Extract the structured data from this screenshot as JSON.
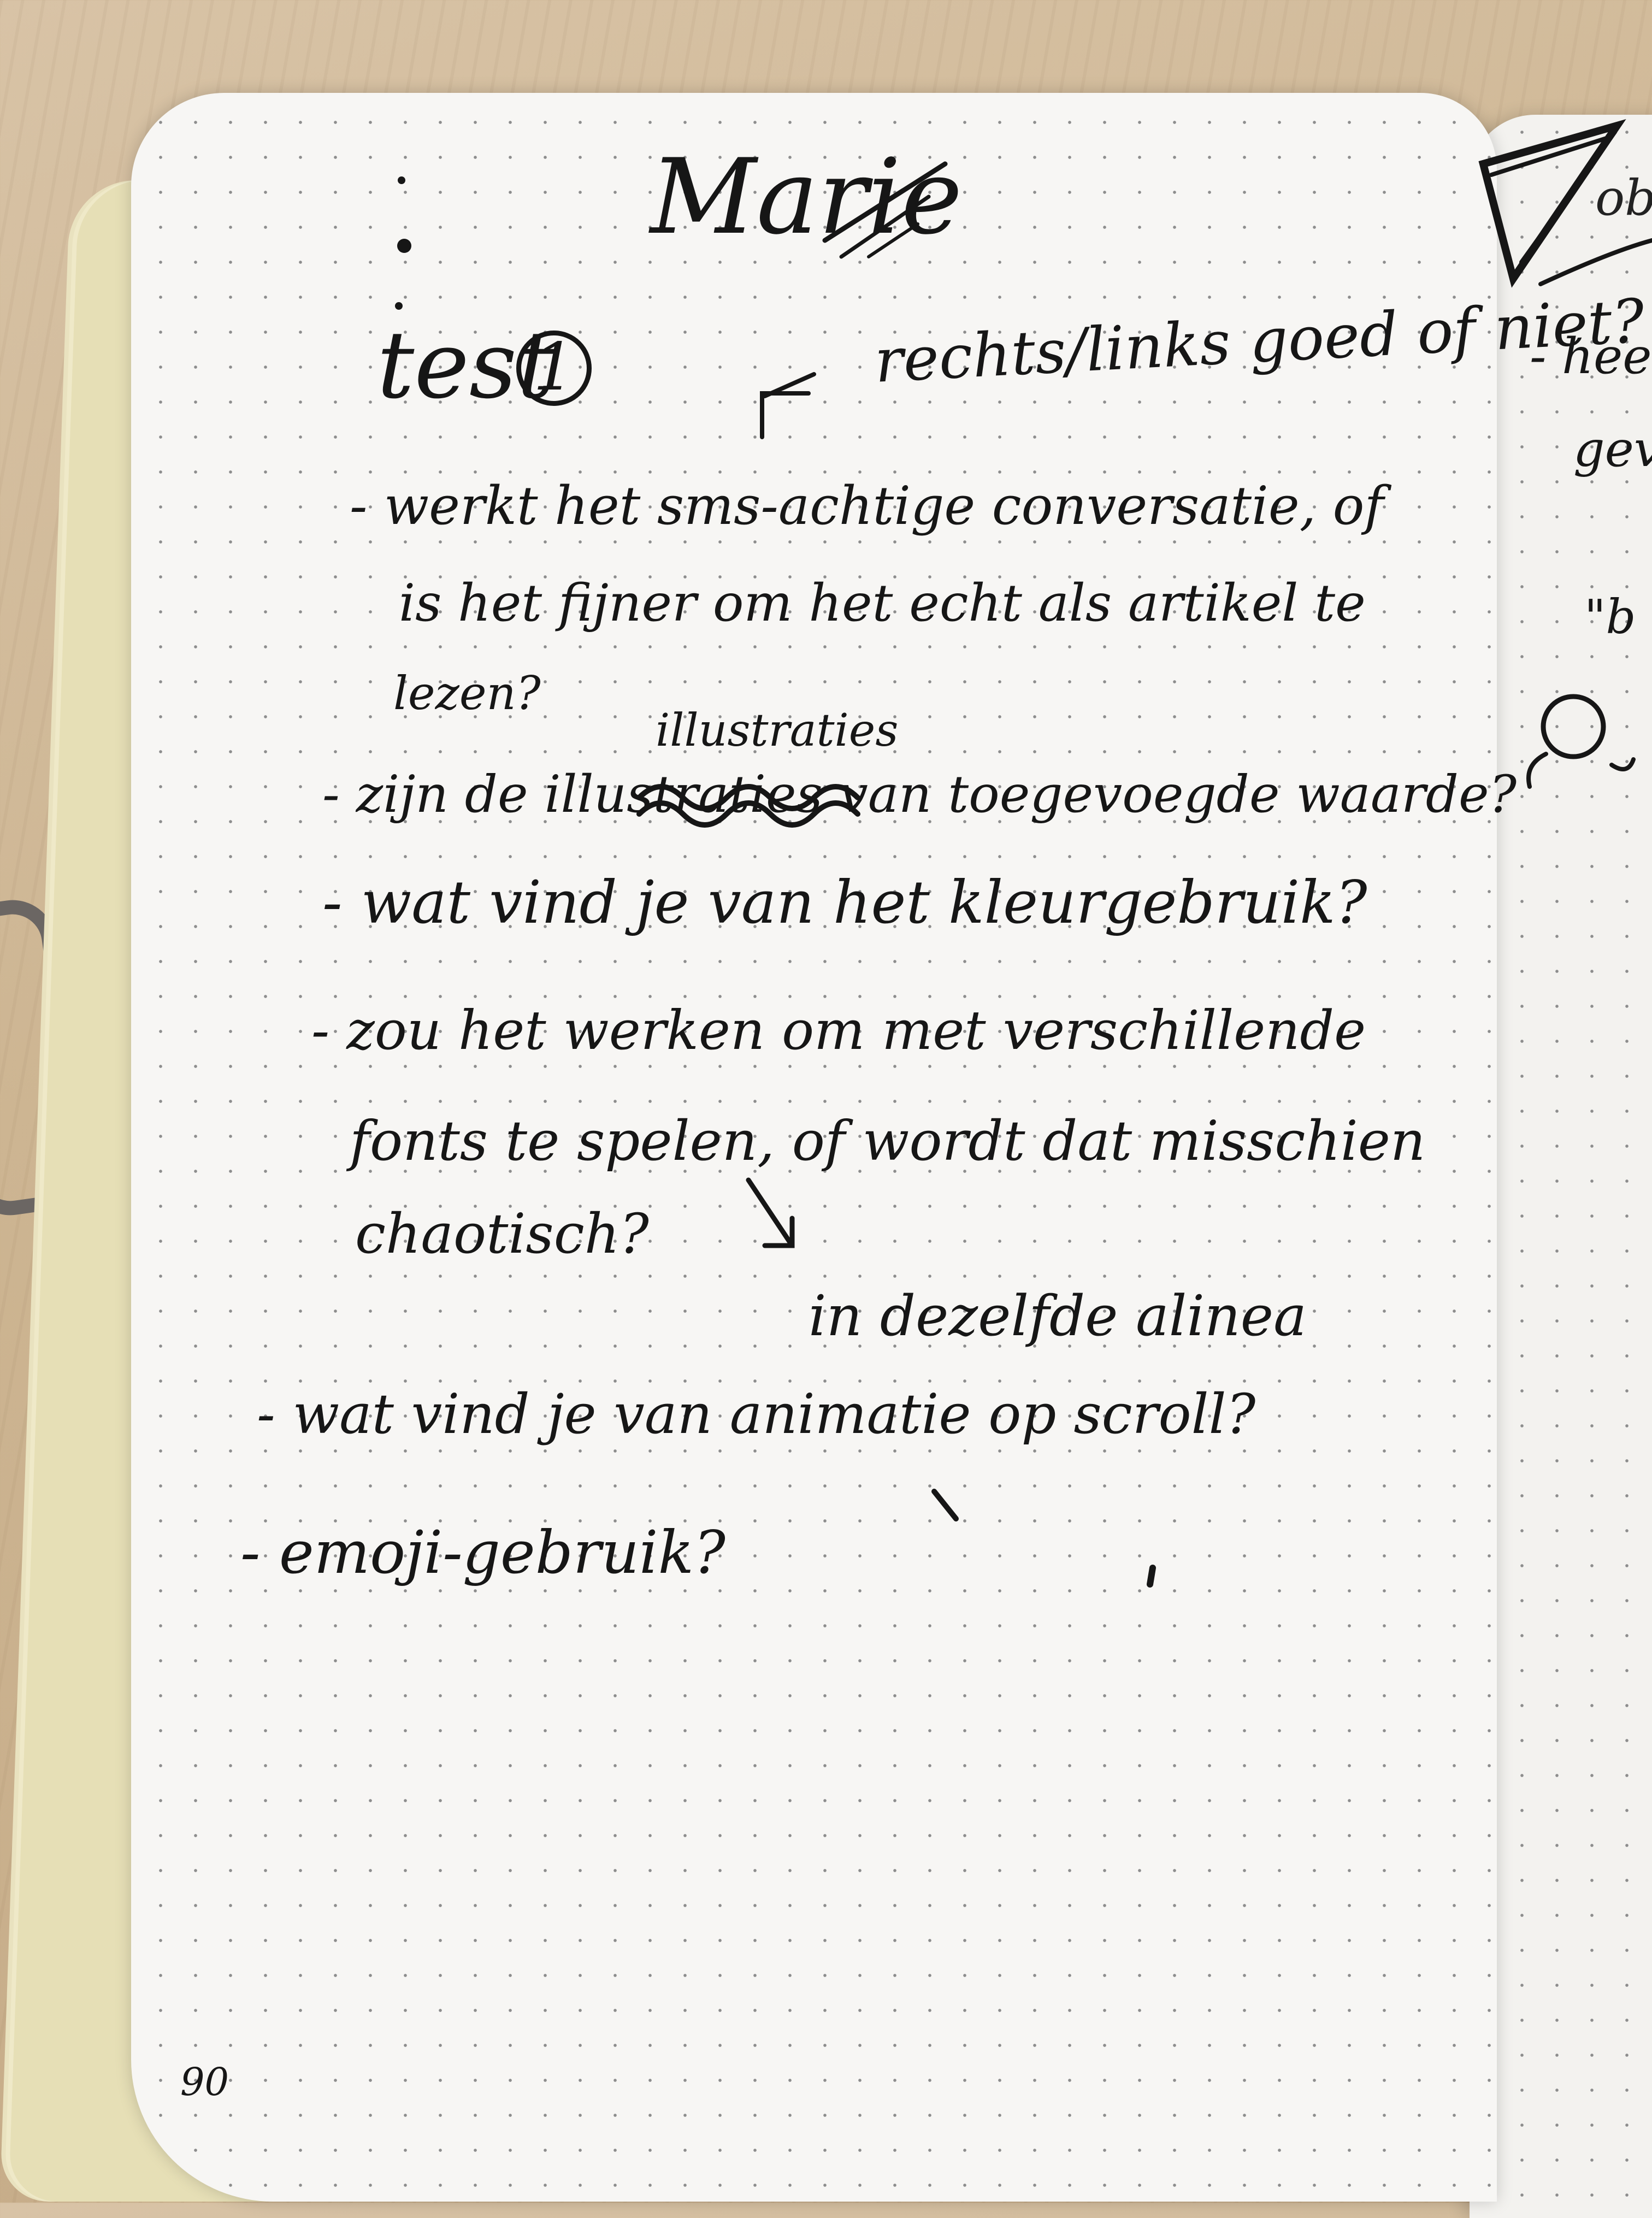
{
  "notebook_page": {
    "name": "Marie",
    "test_label": "test",
    "test_number": "1",
    "side_note": "rechts/links goed of niet?",
    "questions": [
      "- werkt het sms-achtige conversatie, of",
      "is het fijner om het echt als artikel te",
      "lezen?",
      "- zijn de illustraties van toegevoegde waarde?",
      "- wat vind je van het kleurgebruik?",
      "- zou het werken om met verschillende",
      "fonts te spelen, of wordt dat misschien",
      "chaotisch?",
      "in dezelfde alinea",
      "- wat vind je van animatie op scroll?",
      "- emoji-gebruik?"
    ],
    "insertion_above": "illustraties",
    "page_number": "90"
  },
  "right_page": {
    "fragments": [
      "ob",
      "- hee",
      "gev",
      "\"b"
    ]
  },
  "colors": {
    "ink": "#161616",
    "paper": "#f7f6f4",
    "desk": "#cdb592"
  }
}
